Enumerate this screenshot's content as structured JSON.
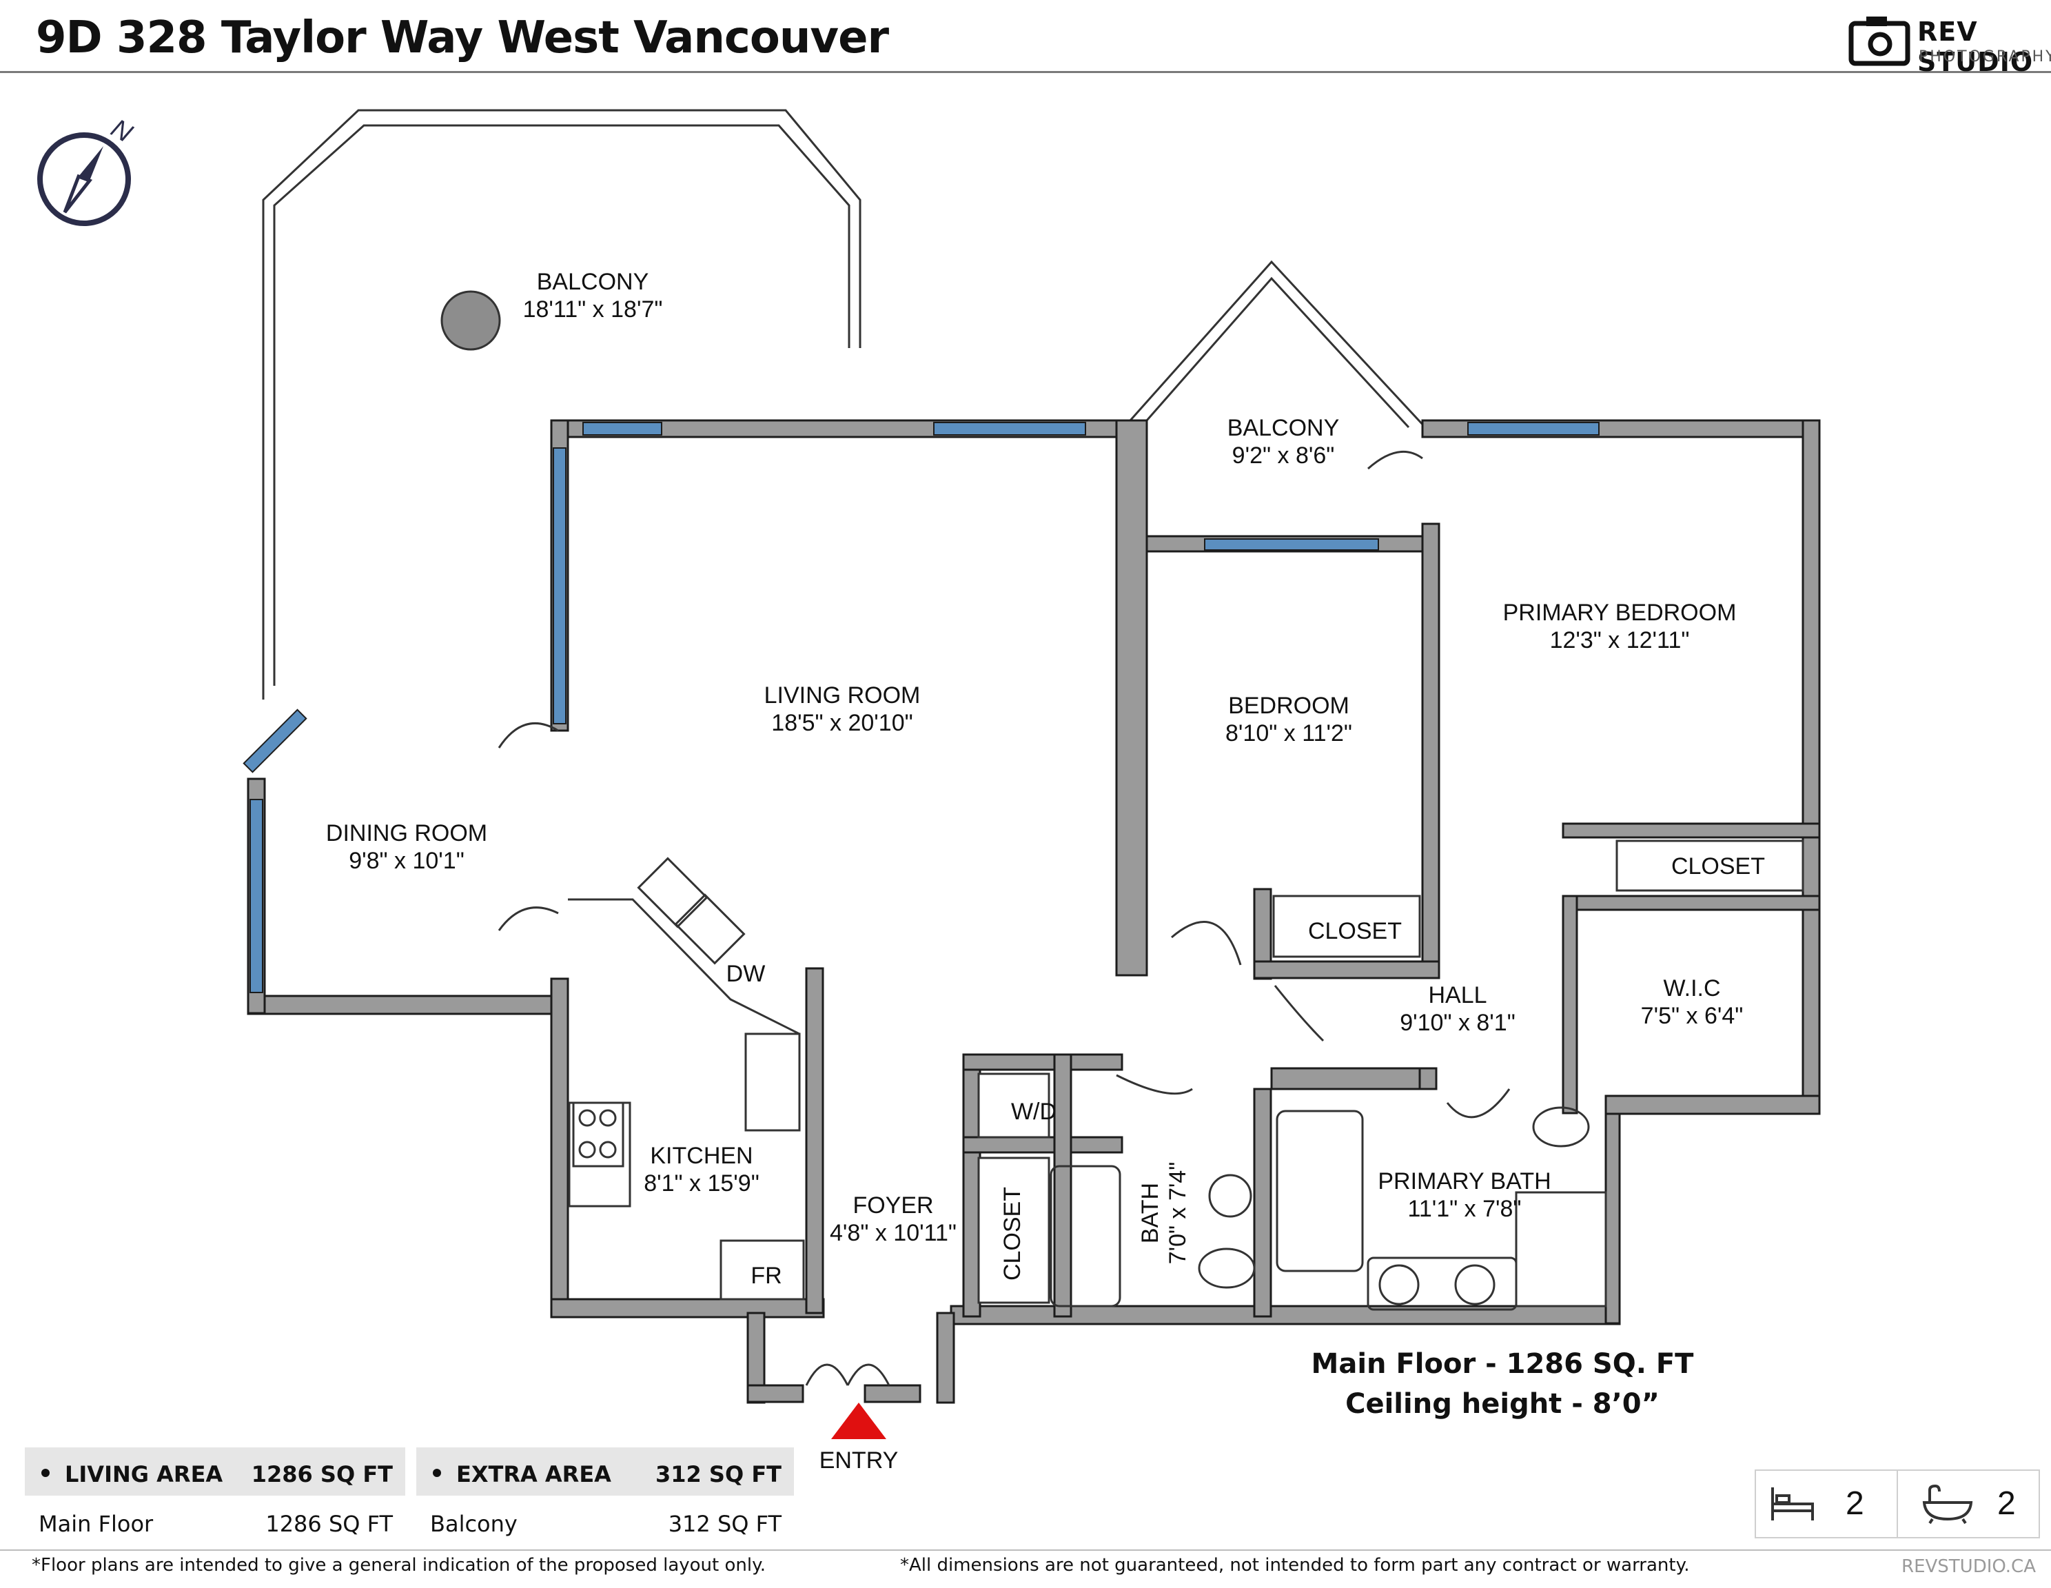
{
  "header": {
    "title": "9D 328 Taylor Way West Vancouver"
  },
  "logo": {
    "name": "REV STUDIO",
    "sub": "PHOTOGRAPHY",
    "icon": "camera-icon"
  },
  "compass": {
    "label": "N",
    "icon": "compass-icon"
  },
  "rooms": {
    "balcony_large": {
      "name": "BALCONY",
      "size": "18'11\" x 18'7\""
    },
    "balcony_small": {
      "name": "BALCONY",
      "size": "9'2\" x 8'6\""
    },
    "living_room": {
      "name": "LIVING ROOM",
      "size": "18'5\" x 20'10\""
    },
    "dining_room": {
      "name": "DINING ROOM",
      "size": "9'8\" x 10'1\""
    },
    "bedroom": {
      "name": "BEDROOM",
      "size": "8'10\" x 11'2\""
    },
    "primary_bedroom": {
      "name": "PRIMARY BEDROOM",
      "size": "12'3\" x 12'11\""
    },
    "wic": {
      "name": "W.I.C",
      "size": "7'5\" x 6'4\""
    },
    "hall": {
      "name": "HALL",
      "size": "9'10\" x 8'1\""
    },
    "kitchen": {
      "name": "KITCHEN",
      "size": "8'1\" x 15'9\""
    },
    "foyer": {
      "name": "FOYER",
      "size": "4'8\" x 10'11\""
    },
    "bath": {
      "name": "BATH",
      "size": "7'0\" x 7'4\""
    },
    "primary_bath": {
      "name": "PRIMARY BATH",
      "size": "11'1\" x 7'8\""
    }
  },
  "fixtures": {
    "closet_bedroom": "CLOSET",
    "closet_primary": "CLOSET",
    "closet_foyer": "CLOSET",
    "dishwasher": "DW",
    "washer_dryer": "W/D",
    "fridge": "FR",
    "entry": "ENTRY"
  },
  "summary": {
    "line1": "Main Floor - 1286 SQ. FT",
    "line2": "Ceiling height - 8’0”"
  },
  "areas": {
    "living": {
      "label": "LIVING AREA",
      "total": "1286 SQ FT",
      "row_label": "Main Floor",
      "row_value": "1286 SQ FT"
    },
    "extra": {
      "label": "EXTRA AREA",
      "total": "312 SQ FT",
      "row_label": "Balcony",
      "row_value": "312 SQ FT"
    }
  },
  "counts": {
    "beds": "2",
    "baths": "2",
    "bed_icon": "bed-icon",
    "bath_icon": "bathtub-icon"
  },
  "footer": {
    "note_left": "*Floor plans are intended to give a general indication of the proposed layout only.",
    "note_right": "*All dimensions are not guaranteed, not intended to form part any contract or warranty.",
    "site": "REVSTUDIO.CA"
  },
  "colors": {
    "wall": "#9a9a9a",
    "wall_outline": "#1c1c1c",
    "window": "#5b8fc0",
    "entry_marker": "#e01010",
    "compass": "#2b2d4a"
  }
}
